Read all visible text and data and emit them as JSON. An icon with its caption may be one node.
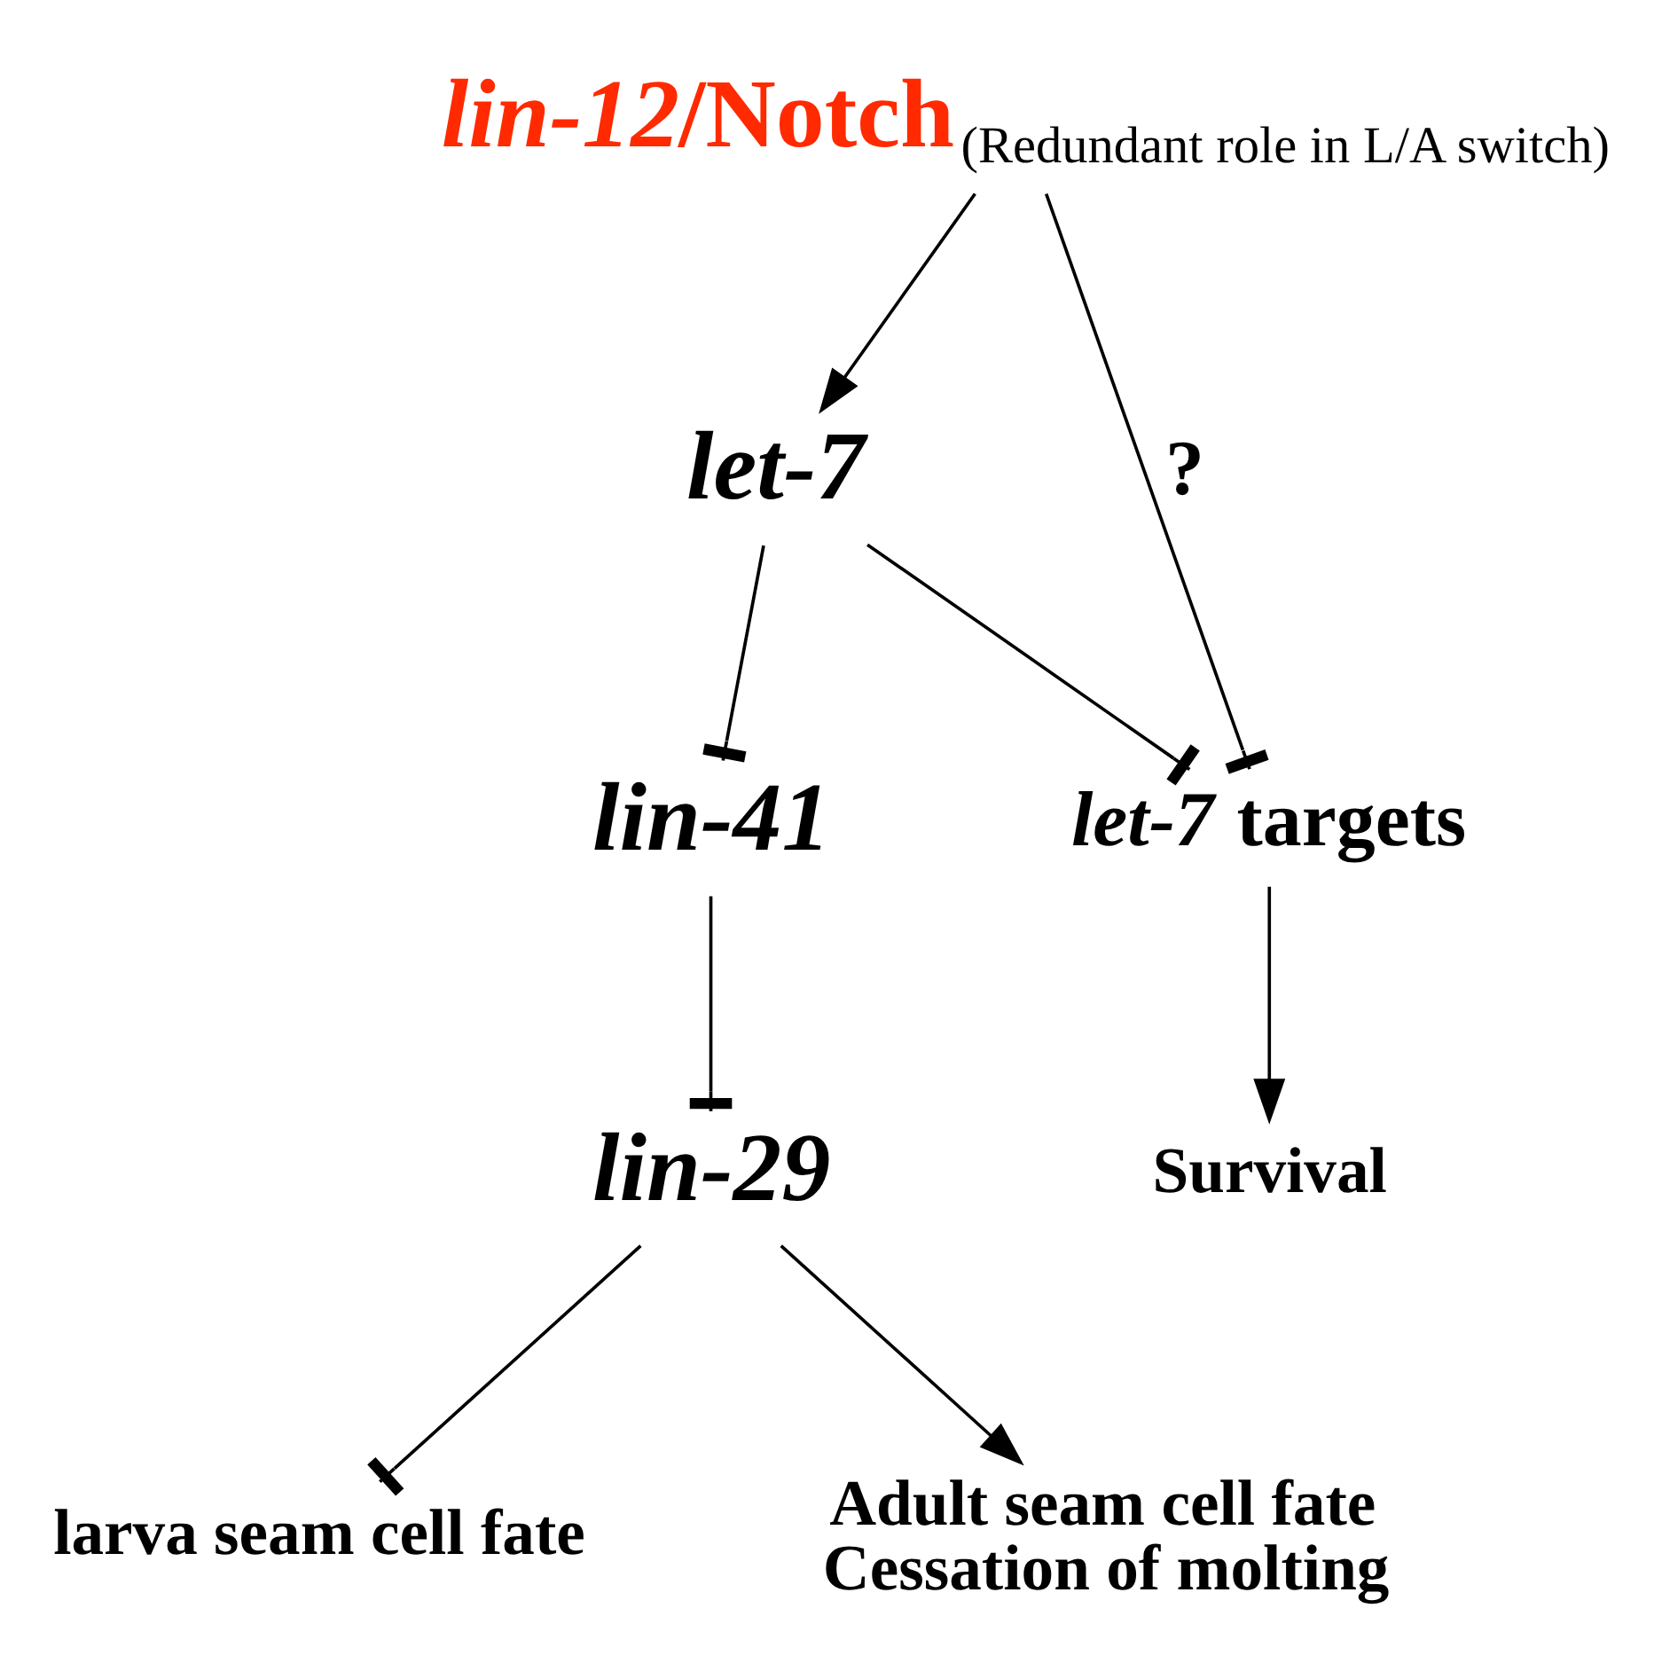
{
  "diagram": {
    "nodes": [
      {
        "text": [
          "*lin-12*/Notch"
        ],
        "beside": [
          "(Redundant role in L/A switch)"
        ]
      },
      {
        "text": [
          "let-7"
        ]
      },
      {
        "text": [
          "*let-7* targets"
        ]
      },
      {
        "text": [
          "lin-41"
        ]
      },
      {
        "text": [
          "lin-29"
        ]
      },
      {
        "text": [
          "Survival"
        ]
      },
      {
        "text": [
          "larva seam cell fate"
        ]
      },
      {
        "text": [
          "Adult seam cell fate",
          "Cessation of molting"
        ]
      }
    ],
    "edges": [
      {
        "from": 0,
        "to": 1,
        "arrow": "to"
      },
      {
        "from": 0,
        "to": 2,
        "arrow": "other",
        "label": "?"
      },
      {
        "from": 1,
        "to": 2,
        "arrow": "other"
      },
      {
        "from": 1,
        "to": 3,
        "arrow": "other"
      },
      {
        "from": 3,
        "to": 4,
        "arrow": "other"
      },
      {
        "from": 2,
        "to": 5,
        "arrow": "to"
      },
      {
        "from": 4,
        "to": 6,
        "arrow": "other"
      },
      {
        "from": 4,
        "to": 7,
        "arrow": "to"
      }
    ]
  }
}
